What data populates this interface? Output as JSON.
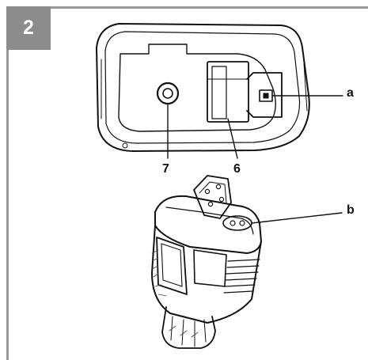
{
  "figure": {
    "number": "2",
    "callouts": {
      "a": "a",
      "b": "b",
      "n6": "6",
      "n7": "7"
    }
  },
  "colors": {
    "frame": "#9a9a9a",
    "badge": "#8c8c8c",
    "ink": "#111111",
    "hatch": "#444444"
  }
}
